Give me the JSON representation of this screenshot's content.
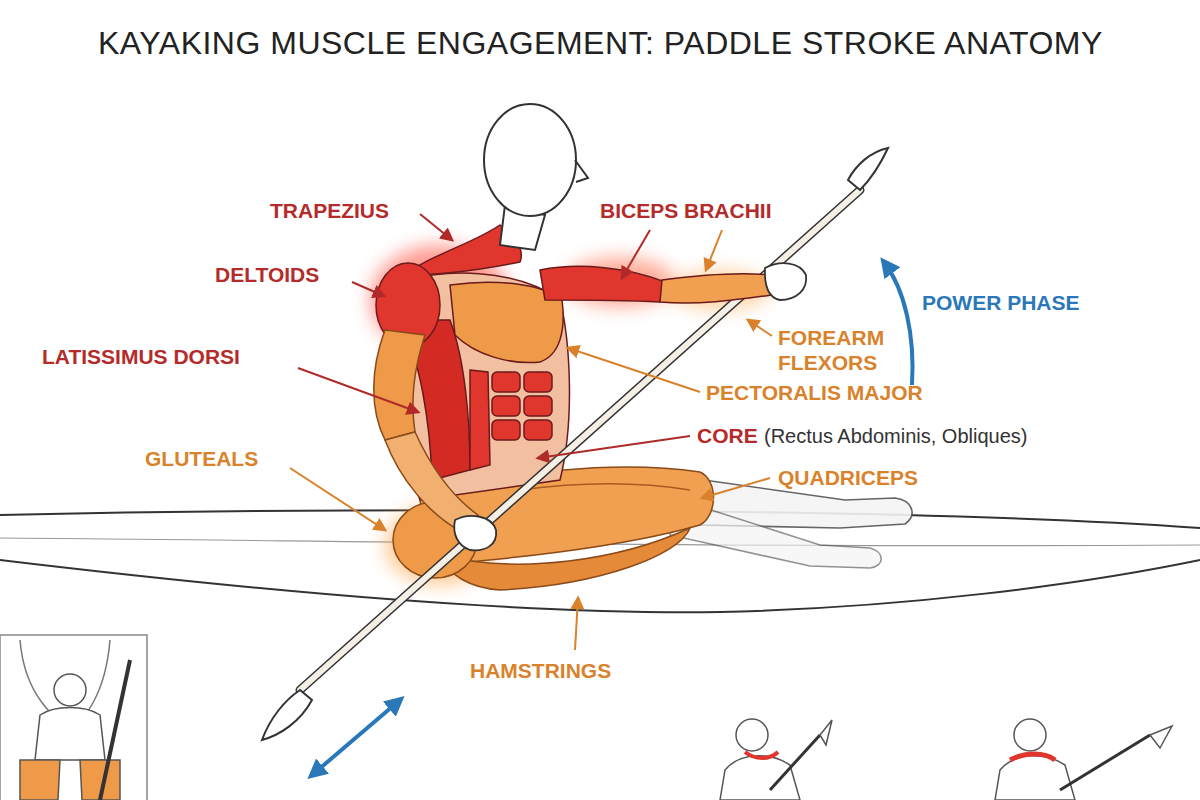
{
  "diagram": {
    "title": "KAYAKING MUSCLE ENGAGEMENT: PADDLE STROKE ANATOMY",
    "labels": [
      "TRAPEZIUS",
      "DELTOIDS",
      "LATISSIMUS DORSI",
      "GLUTEALS",
      "BICEPS BRACHII",
      "FOREARM FLEXORS",
      "PECTORALIS MAJOR",
      "CORE",
      "(Rectus Abdominis, Obliques)",
      "QUADRICEPS",
      "HAMSTRINGS",
      "POWER PHASE"
    ]
  }
}
